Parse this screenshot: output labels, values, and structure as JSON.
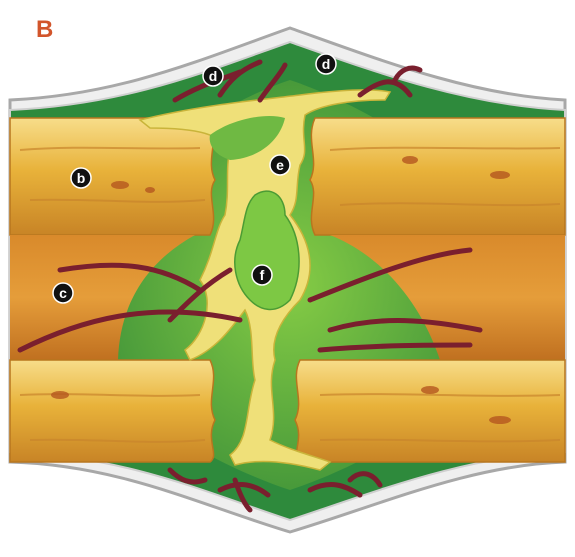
{
  "figure": {
    "panel_letter": "B",
    "labels": {
      "d_left": "d",
      "d_right": "d",
      "e": "e",
      "b": "b",
      "f": "f",
      "c": "c"
    }
  },
  "colors": {
    "panel_letter": "#d2552b",
    "bone": "#e8b23a",
    "bone_light": "#f4d479",
    "bone_dark": "#b9771e",
    "granulation_green": "#3f9a3c",
    "callus_green": "#78c43d",
    "callus_yellow": "#efe079",
    "blood_vessel": "#7a1f2e",
    "periosteum": "#d7d7d7",
    "marker": "#111111"
  }
}
